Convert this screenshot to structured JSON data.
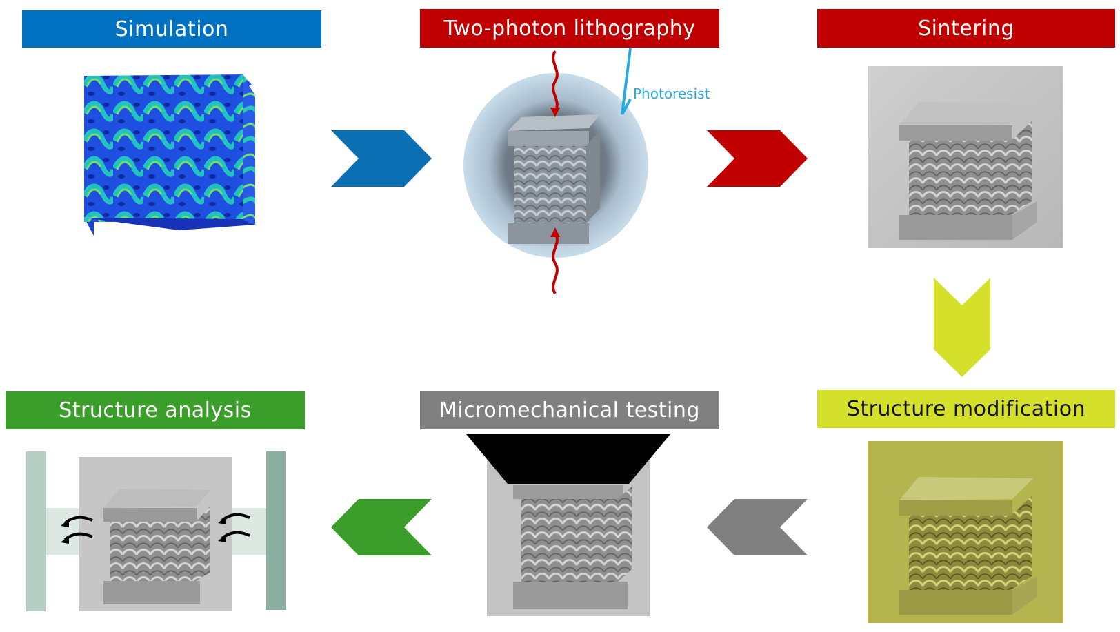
{
  "steps": {
    "simulation": {
      "label": "Simulation",
      "color": "#0070c0"
    },
    "lithography": {
      "label": "Two-photon lithography",
      "color": "#c00000",
      "annotation": "Photoresist"
    },
    "sintering": {
      "label": "Sintering",
      "color": "#c00000"
    },
    "modification": {
      "label": "Structure modification",
      "color": "#d4e02a"
    },
    "testing": {
      "label": "Micromechanical testing",
      "color": "#808080"
    },
    "analysis": {
      "label": "Structure analysis",
      "color": "#3c9e2a"
    }
  },
  "arrows": {
    "blue": "#0a6fb3",
    "red": "#c00000",
    "yellow": "#d4e02a",
    "gray": "#808080",
    "green": "#3c9e2a"
  }
}
